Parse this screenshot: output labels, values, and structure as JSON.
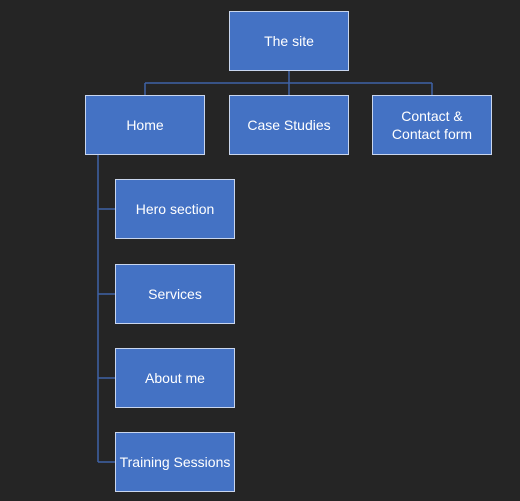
{
  "diagram": {
    "line_color": "#3f63a6",
    "node_fill": "#4472c4",
    "node_border": "#c9d6ee",
    "background": "#252525",
    "root": {
      "label": "The site"
    },
    "level1": [
      {
        "label": "Home"
      },
      {
        "label": "Case Studies"
      },
      {
        "label": "Contact &\nContact form"
      }
    ],
    "home_children": [
      {
        "label": "Hero section"
      },
      {
        "label": "Services"
      },
      {
        "label": "About me"
      },
      {
        "label": "Training Sessions"
      }
    ]
  }
}
